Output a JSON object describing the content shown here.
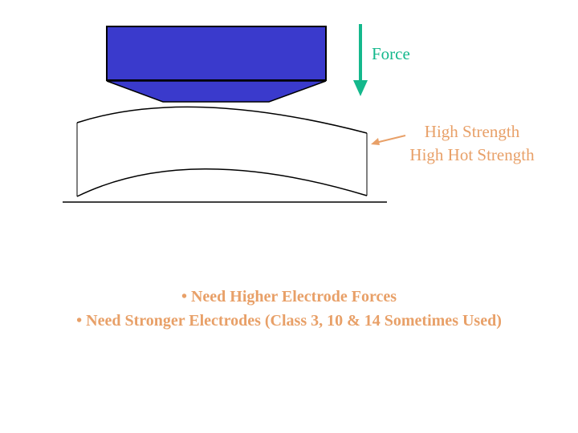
{
  "diagram": {
    "force_label": "Force",
    "strength_labels": [
      "High Strength",
      "High Hot Strength"
    ]
  },
  "bullets": [
    "• Need Higher Electrode Forces",
    "• Need Stronger Electrodes (Class 3, 10 & 14 Sometimes Used)"
  ],
  "colors": {
    "electrode_fill": "#3a3acc",
    "electrode_outline": "#000000",
    "force_arrow": "#14b88c",
    "text_accent": "#e8a068",
    "sheet_outline": "#000000"
  }
}
